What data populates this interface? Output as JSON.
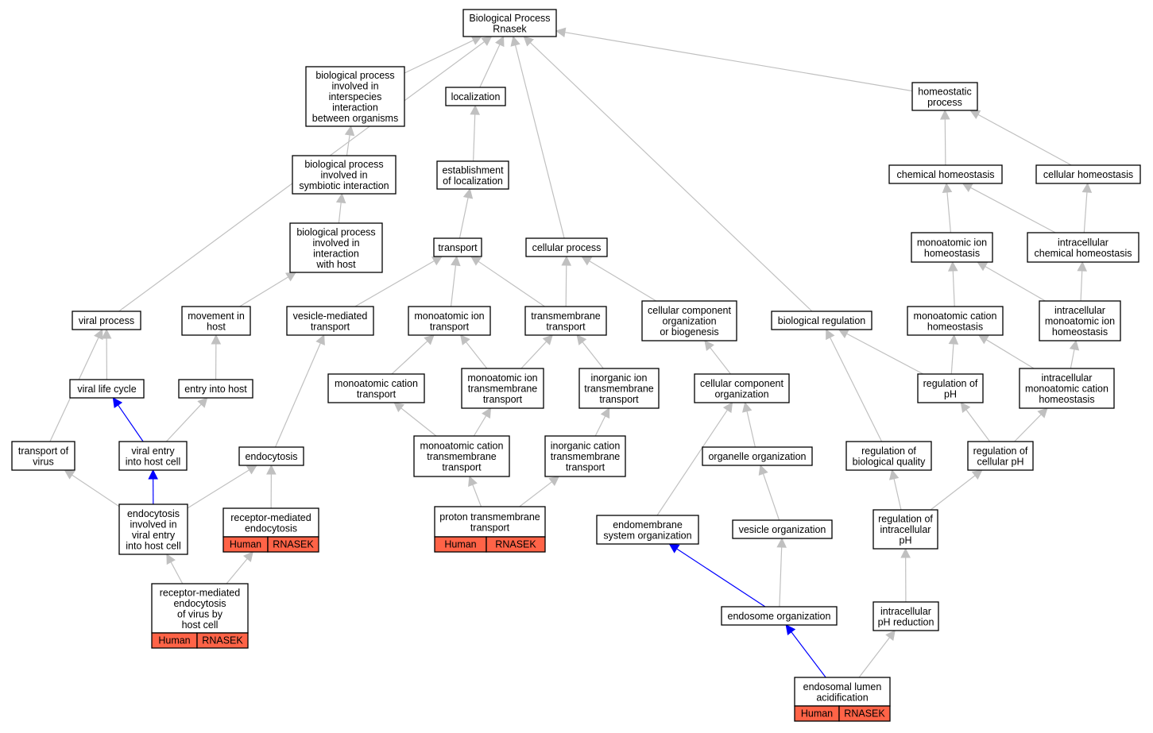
{
  "graph": {
    "colors": {
      "edge_default": "#c0c0c0",
      "edge_highlight": "#0000ff",
      "annotation_fill": "#ff6347",
      "node_border": "#000000"
    },
    "nodes": [
      {
        "id": "bp",
        "lines": [
          "Biological Process",
          "Rnasek"
        ]
      },
      {
        "id": "bp_interspecies",
        "lines": [
          "biological process",
          "involved in",
          "interspecies",
          "interaction",
          "between organisms"
        ]
      },
      {
        "id": "localization",
        "lines": [
          "localization"
        ]
      },
      {
        "id": "homeostatic",
        "lines": [
          "homeostatic",
          "process"
        ]
      },
      {
        "id": "bp_symbiotic",
        "lines": [
          "biological process",
          "involved in",
          "symbiotic interaction"
        ]
      },
      {
        "id": "establishment",
        "lines": [
          "establishment",
          "of localization"
        ]
      },
      {
        "id": "chemical_homeo",
        "lines": [
          "chemical homeostasis"
        ]
      },
      {
        "id": "cellular_homeo",
        "lines": [
          "cellular homeostasis"
        ]
      },
      {
        "id": "bp_host",
        "lines": [
          "biological process",
          "involved in",
          "interaction",
          "with host"
        ]
      },
      {
        "id": "transport",
        "lines": [
          "transport"
        ]
      },
      {
        "id": "cellular_process",
        "lines": [
          "cellular process"
        ]
      },
      {
        "id": "ion_homeo",
        "lines": [
          "monoatomic ion",
          "homeostasis"
        ]
      },
      {
        "id": "ic_chem_homeo",
        "lines": [
          "intracellular",
          "chemical homeostasis"
        ]
      },
      {
        "id": "viral_process",
        "lines": [
          "viral process"
        ]
      },
      {
        "id": "movement_host",
        "lines": [
          "movement in",
          "host"
        ]
      },
      {
        "id": "vesicle_transport",
        "lines": [
          "vesicle-mediated",
          "transport"
        ]
      },
      {
        "id": "ion_transport",
        "lines": [
          "monoatomic ion",
          "transport"
        ]
      },
      {
        "id": "tm_transport",
        "lines": [
          "transmembrane",
          "transport"
        ]
      },
      {
        "id": "cc_org_biogen",
        "lines": [
          "cellular component",
          "organization",
          "or biogenesis"
        ]
      },
      {
        "id": "bio_regulation",
        "lines": [
          "biological regulation"
        ]
      },
      {
        "id": "cation_homeo",
        "lines": [
          "monoatomic cation",
          "homeostasis"
        ]
      },
      {
        "id": "ic_ion_homeo",
        "lines": [
          "intracellular",
          "monoatomic ion",
          "homeostasis"
        ]
      },
      {
        "id": "viral_life_cycle",
        "lines": [
          "viral life cycle"
        ]
      },
      {
        "id": "entry_host",
        "lines": [
          "entry into host"
        ]
      },
      {
        "id": "cation_transport",
        "lines": [
          "monoatomic cation",
          "transport"
        ]
      },
      {
        "id": "ion_tm_transport",
        "lines": [
          "monoatomic ion",
          "transmembrane",
          "transport"
        ]
      },
      {
        "id": "inorg_ion_tm",
        "lines": [
          "inorganic ion",
          "transmembrane",
          "transport"
        ]
      },
      {
        "id": "cc_org",
        "lines": [
          "cellular component",
          "organization"
        ]
      },
      {
        "id": "reg_ph",
        "lines": [
          "regulation of",
          "pH"
        ]
      },
      {
        "id": "ic_cation_homeo",
        "lines": [
          "intracellular",
          "monoatomic cation",
          "homeostasis"
        ]
      },
      {
        "id": "transport_virus",
        "lines": [
          "transport of",
          "virus"
        ]
      },
      {
        "id": "viral_entry",
        "lines": [
          "viral entry",
          "into host cell"
        ]
      },
      {
        "id": "endocytosis",
        "lines": [
          "endocytosis"
        ]
      },
      {
        "id": "cation_tm",
        "lines": [
          "monoatomic cation",
          "transmembrane",
          "transport"
        ]
      },
      {
        "id": "inorg_cation_tm",
        "lines": [
          "inorganic cation",
          "transmembrane",
          "transport"
        ]
      },
      {
        "id": "organelle_org",
        "lines": [
          "organelle organization"
        ]
      },
      {
        "id": "reg_bio_quality",
        "lines": [
          "regulation of",
          "biological quality"
        ]
      },
      {
        "id": "reg_cell_ph",
        "lines": [
          "regulation of",
          "cellular pH"
        ]
      },
      {
        "id": "endo_viral_entry",
        "lines": [
          "endocytosis",
          "involved in",
          "viral entry",
          "into host cell"
        ]
      },
      {
        "id": "rme",
        "lines": [
          "receptor-mediated",
          "endocytosis"
        ],
        "annotation": [
          "Human",
          "RNASEK"
        ]
      },
      {
        "id": "proton_tm",
        "lines": [
          "proton transmembrane",
          "transport"
        ],
        "annotation": [
          "Human",
          "RNASEK"
        ]
      },
      {
        "id": "endomembrane_org",
        "lines": [
          "endomembrane",
          "system organization"
        ]
      },
      {
        "id": "vesicle_org",
        "lines": [
          "vesicle organization"
        ]
      },
      {
        "id": "reg_ic_ph",
        "lines": [
          "regulation of",
          "intracellular",
          "pH"
        ]
      },
      {
        "id": "rme_virus",
        "lines": [
          "receptor-mediated",
          "endocytosis",
          "of virus by",
          "host cell"
        ],
        "annotation": [
          "Human",
          "RNASEK"
        ]
      },
      {
        "id": "endosome_org",
        "lines": [
          "endosome organization"
        ]
      },
      {
        "id": "ic_ph_reduction",
        "lines": [
          "intracellular",
          "pH reduction"
        ]
      },
      {
        "id": "endosomal_acid",
        "lines": [
          "endosomal lumen",
          "acidification"
        ],
        "annotation": [
          "Human",
          "RNASEK"
        ]
      }
    ],
    "edges": [
      {
        "from": "viral_process",
        "to": "bp",
        "highlight": false
      },
      {
        "from": "bp_interspecies",
        "to": "bp",
        "highlight": false
      },
      {
        "from": "localization",
        "to": "bp",
        "highlight": false
      },
      {
        "from": "cellular_process",
        "to": "bp",
        "highlight": false
      },
      {
        "from": "bio_regulation",
        "to": "bp",
        "highlight": false
      },
      {
        "from": "homeostatic",
        "to": "bp",
        "highlight": false
      },
      {
        "from": "bp_symbiotic",
        "to": "bp_interspecies",
        "highlight": false
      },
      {
        "from": "bp_host",
        "to": "bp_symbiotic",
        "highlight": false
      },
      {
        "from": "movement_host",
        "to": "bp_host",
        "highlight": false
      },
      {
        "from": "establishment",
        "to": "localization",
        "highlight": false
      },
      {
        "from": "transport",
        "to": "establishment",
        "highlight": false
      },
      {
        "from": "chemical_homeo",
        "to": "homeostatic",
        "highlight": false
      },
      {
        "from": "cellular_homeo",
        "to": "homeostatic",
        "highlight": false
      },
      {
        "from": "ion_homeo",
        "to": "chemical_homeo",
        "highlight": false
      },
      {
        "from": "ic_chem_homeo",
        "to": "chemical_homeo",
        "highlight": false
      },
      {
        "from": "ic_chem_homeo",
        "to": "cellular_homeo",
        "highlight": false
      },
      {
        "from": "cation_homeo",
        "to": "ion_homeo",
        "highlight": false
      },
      {
        "from": "ic_ion_homeo",
        "to": "ion_homeo",
        "highlight": false
      },
      {
        "from": "ic_ion_homeo",
        "to": "ic_chem_homeo",
        "highlight": false
      },
      {
        "from": "vesicle_transport",
        "to": "transport",
        "highlight": false
      },
      {
        "from": "ion_transport",
        "to": "transport",
        "highlight": false
      },
      {
        "from": "tm_transport",
        "to": "transport",
        "highlight": false
      },
      {
        "from": "tm_transport",
        "to": "cellular_process",
        "highlight": false
      },
      {
        "from": "cc_org_biogen",
        "to": "cellular_process",
        "highlight": false
      },
      {
        "from": "viral_life_cycle",
        "to": "viral_process",
        "highlight": false
      },
      {
        "from": "transport_virus",
        "to": "viral_process",
        "highlight": false
      },
      {
        "from": "entry_host",
        "to": "movement_host",
        "highlight": false
      },
      {
        "from": "endocytosis",
        "to": "vesicle_transport",
        "highlight": false
      },
      {
        "from": "cation_transport",
        "to": "ion_transport",
        "highlight": false
      },
      {
        "from": "ion_tm_transport",
        "to": "ion_transport",
        "highlight": false
      },
      {
        "from": "ion_tm_transport",
        "to": "tm_transport",
        "highlight": false
      },
      {
        "from": "inorg_ion_tm",
        "to": "tm_transport",
        "highlight": false
      },
      {
        "from": "cc_org",
        "to": "cc_org_biogen",
        "highlight": false
      },
      {
        "from": "reg_ph",
        "to": "bio_regulation",
        "highlight": false
      },
      {
        "from": "reg_ph",
        "to": "cation_homeo",
        "highlight": false
      },
      {
        "from": "ic_cation_homeo",
        "to": "cation_homeo",
        "highlight": false
      },
      {
        "from": "ic_cation_homeo",
        "to": "ic_ion_homeo",
        "highlight": false
      },
      {
        "from": "viral_entry",
        "to": "viral_life_cycle",
        "highlight": true
      },
      {
        "from": "viral_entry",
        "to": "entry_host",
        "highlight": false
      },
      {
        "from": "cation_tm",
        "to": "cation_transport",
        "highlight": false
      },
      {
        "from": "cation_tm",
        "to": "ion_tm_transport",
        "highlight": false
      },
      {
        "from": "inorg_cation_tm",
        "to": "inorg_ion_tm",
        "highlight": false
      },
      {
        "from": "organelle_org",
        "to": "cc_org",
        "highlight": false
      },
      {
        "from": "endomembrane_org",
        "to": "cc_org",
        "highlight": false
      },
      {
        "from": "reg_bio_quality",
        "to": "bio_regulation",
        "highlight": false
      },
      {
        "from": "reg_cell_ph",
        "to": "reg_ph",
        "highlight": false
      },
      {
        "from": "reg_cell_ph",
        "to": "ic_cation_homeo",
        "highlight": false
      },
      {
        "from": "endo_viral_entry",
        "to": "viral_entry",
        "highlight": true
      },
      {
        "from": "endo_viral_entry",
        "to": "transport_virus",
        "highlight": false
      },
      {
        "from": "endo_viral_entry",
        "to": "endocytosis",
        "highlight": false
      },
      {
        "from": "rme",
        "to": "endocytosis",
        "highlight": false
      },
      {
        "from": "proton_tm",
        "to": "cation_tm",
        "highlight": false
      },
      {
        "from": "proton_tm",
        "to": "inorg_cation_tm",
        "highlight": false
      },
      {
        "from": "vesicle_org",
        "to": "organelle_org",
        "highlight": false
      },
      {
        "from": "reg_ic_ph",
        "to": "reg_bio_quality",
        "highlight": false
      },
      {
        "from": "reg_ic_ph",
        "to": "reg_cell_ph",
        "highlight": false
      },
      {
        "from": "rme_virus",
        "to": "endo_viral_entry",
        "highlight": false
      },
      {
        "from": "rme_virus",
        "to": "rme",
        "highlight": false
      },
      {
        "from": "endosome_org",
        "to": "endomembrane_org",
        "highlight": true
      },
      {
        "from": "endosome_org",
        "to": "vesicle_org",
        "highlight": false
      },
      {
        "from": "ic_ph_reduction",
        "to": "reg_ic_ph",
        "highlight": false
      },
      {
        "from": "endosomal_acid",
        "to": "endosome_org",
        "highlight": true
      },
      {
        "from": "endosomal_acid",
        "to": "ic_ph_reduction",
        "highlight": false
      }
    ]
  }
}
